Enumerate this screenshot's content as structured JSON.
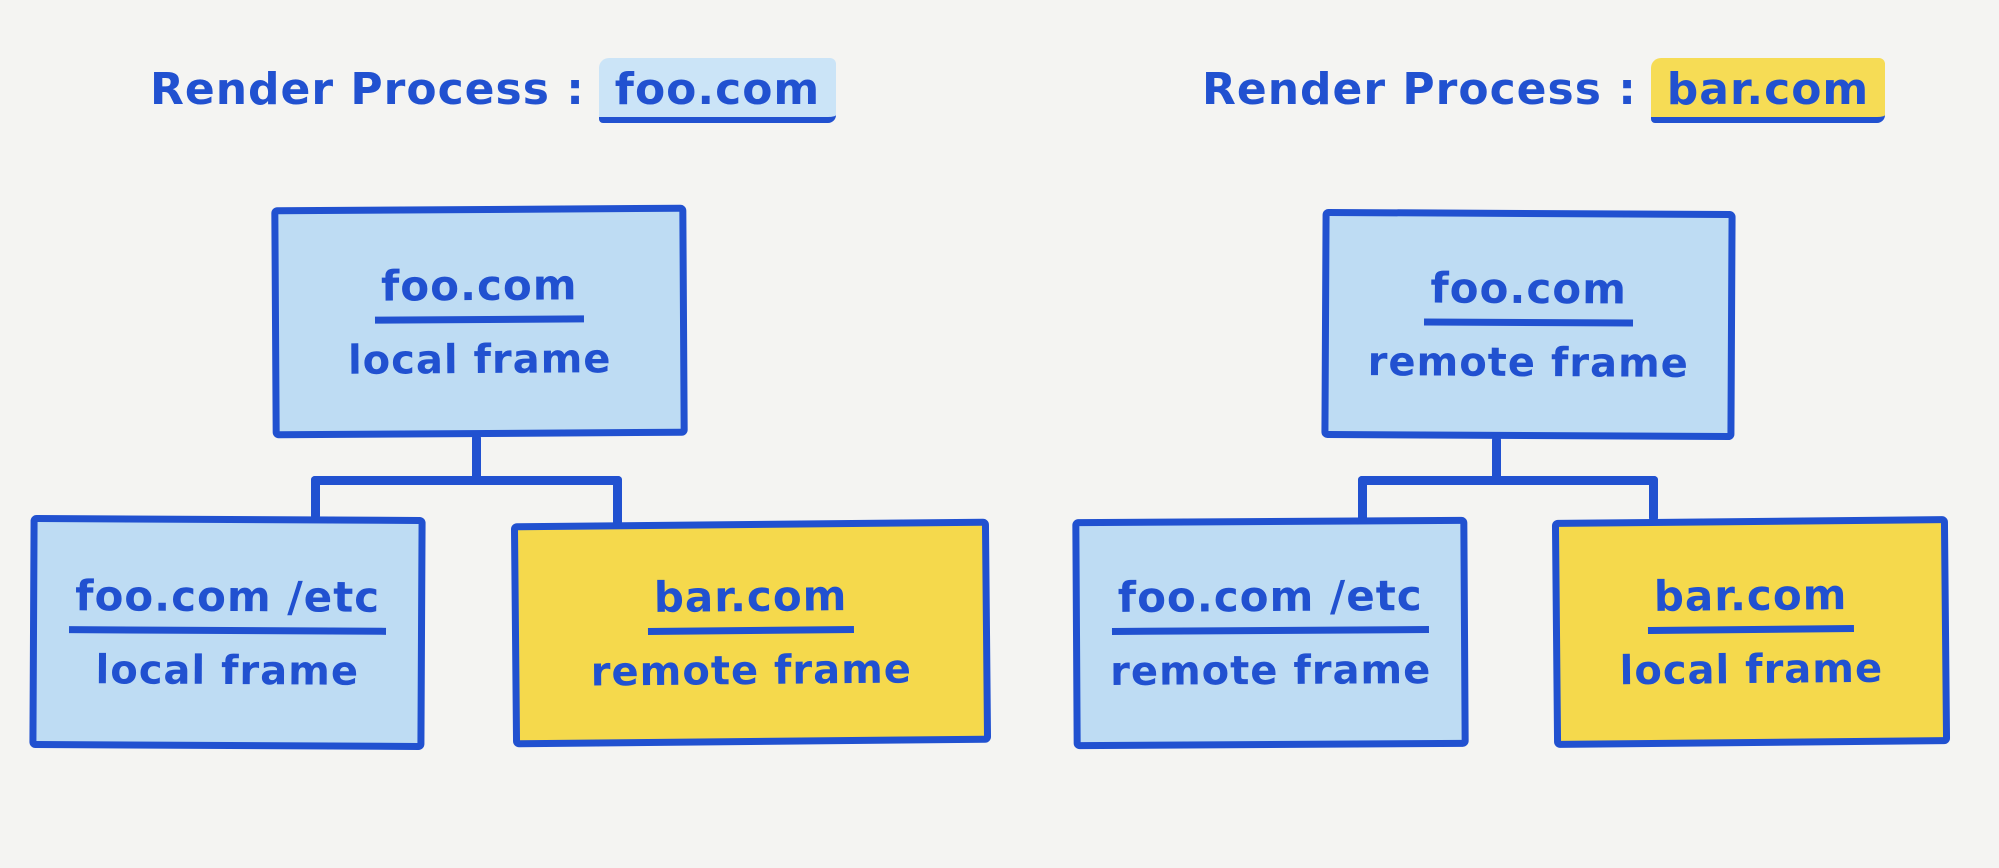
{
  "colors": {
    "background": "#f4f4f2",
    "ink": "#2151d0",
    "blue_fill": "#bedcf3",
    "yellow_fill": "#f5d94c",
    "blue_highlight": "#cbe4f7",
    "yellow_highlight": "#f6dc55"
  },
  "diagrams": [
    {
      "title": {
        "prefix": "Render Process :",
        "domain": "foo.com",
        "highlight": "blue"
      },
      "root": {
        "domain": "foo.com",
        "frame_type": "local frame",
        "fill": "blue"
      },
      "children": [
        {
          "domain": "foo.com /etc",
          "frame_type": "local frame",
          "fill": "blue"
        },
        {
          "domain": "bar.com",
          "frame_type": "remote frame",
          "fill": "yellow"
        }
      ]
    },
    {
      "title": {
        "prefix": "Render Process :",
        "domain": "bar.com",
        "highlight": "yellow"
      },
      "root": {
        "domain": "foo.com",
        "frame_type": "remote frame",
        "fill": "blue"
      },
      "children": [
        {
          "domain": "foo.com /etc",
          "frame_type": "remote frame",
          "fill": "blue"
        },
        {
          "domain": "bar.com",
          "frame_type": "local frame",
          "fill": "yellow"
        }
      ]
    }
  ]
}
